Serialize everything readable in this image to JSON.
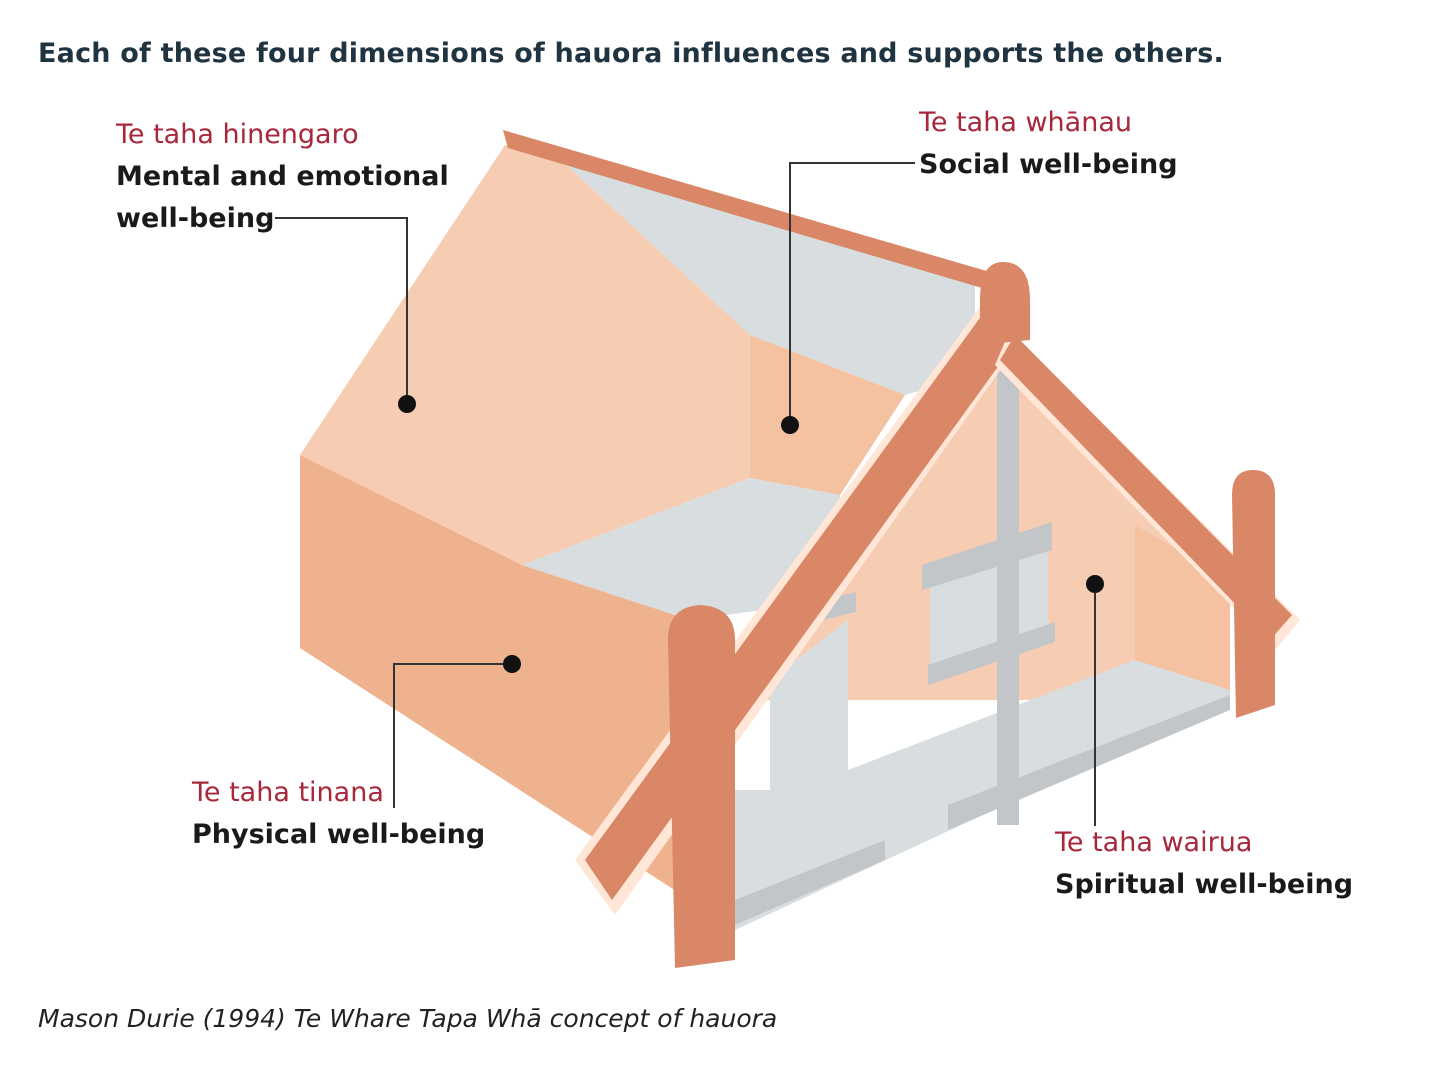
{
  "intro": "Each of these four dimensions of hauora influences and supports the others.",
  "dimensions": {
    "hinengaro": {
      "maori": "Te taha hinengaro",
      "english_line1": "Mental and emotional",
      "english_line2": "well-being"
    },
    "whanau": {
      "maori": "Te taha whānau",
      "english": "Social well-being"
    },
    "tinana": {
      "maori": "Te taha tinana",
      "english": "Physical well-being"
    },
    "wairua": {
      "maori": "Te taha wairua",
      "english": "Spiritual well-being"
    }
  },
  "caption": "Mason Durie (1994) Te Whare Tapa Whā concept of hauora",
  "colors": {
    "maori_label": "#a8273a",
    "roof": "#f6cdb3",
    "wall_side": "#efb28f",
    "wall_back": "#f4c2a0",
    "floor": "#d8dde0",
    "beam": "#d98766",
    "pole": "#c3c6c8"
  }
}
